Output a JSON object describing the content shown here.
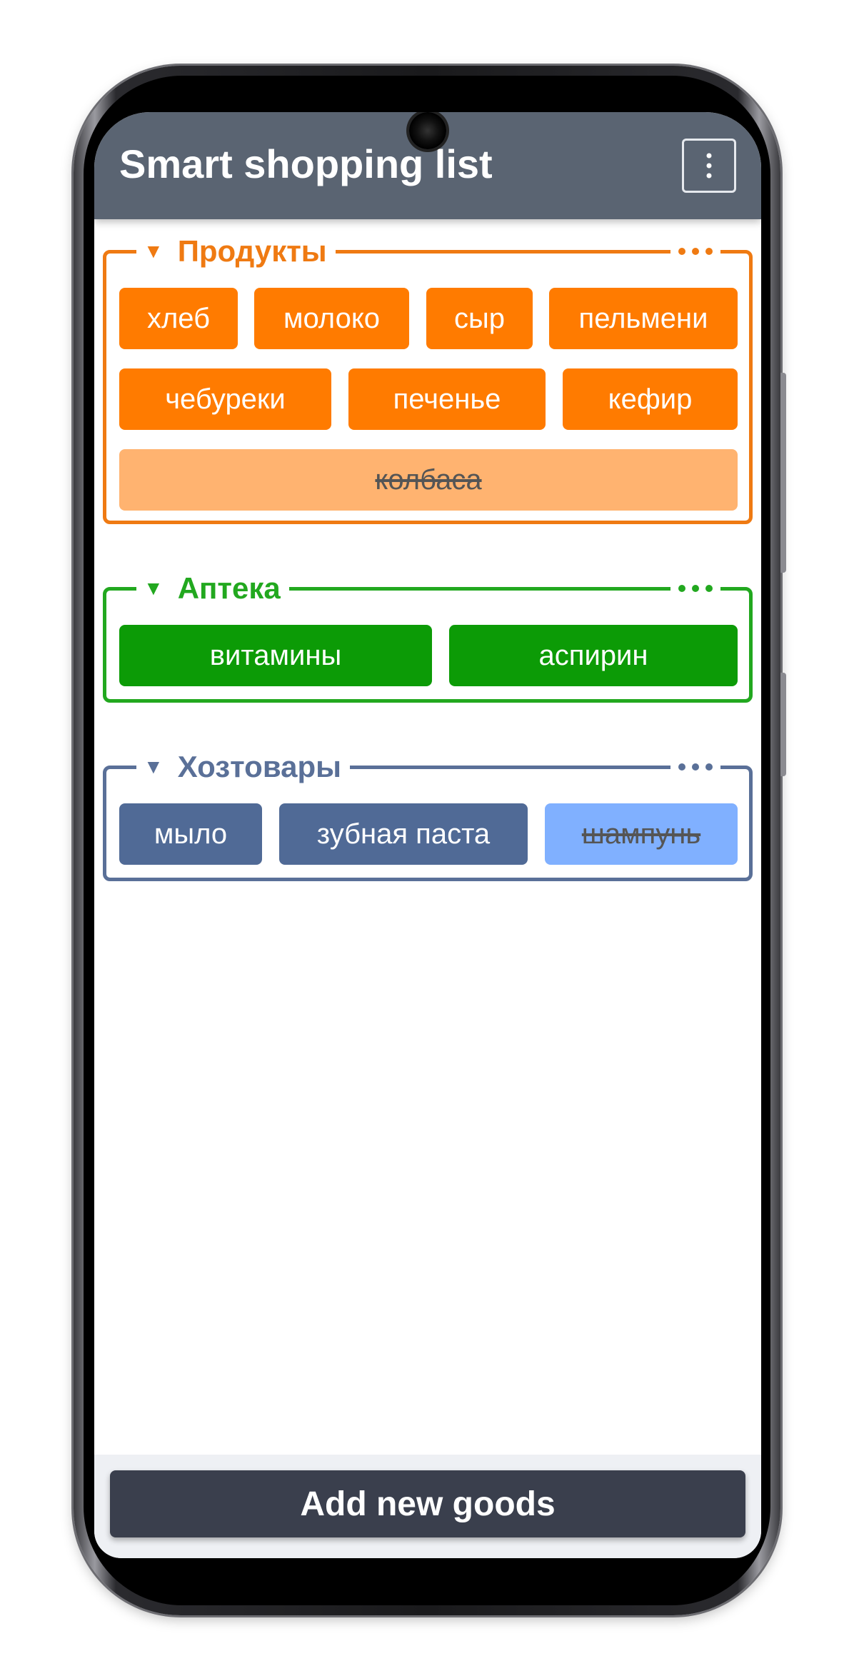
{
  "app": {
    "title": "Smart shopping list",
    "menu_icon": "more-vertical-icon"
  },
  "groups": [
    {
      "name": "Продукты",
      "color": "#ef7a12",
      "chip_color": "#ff7b00",
      "done_color": "#ffb370",
      "items": [
        {
          "label": "хлеб",
          "done": false
        },
        {
          "label": "молоко",
          "done": false
        },
        {
          "label": "сыр",
          "done": false
        },
        {
          "label": "пельмени",
          "done": false
        },
        {
          "label": "чебуреки",
          "done": false
        },
        {
          "label": "печенье",
          "done": false
        },
        {
          "label": "кефир",
          "done": false
        },
        {
          "label": "колбаса",
          "done": true
        }
      ]
    },
    {
      "name": "Аптека",
      "color": "#22a81f",
      "chip_color": "#0c9b06",
      "items": [
        {
          "label": "витамины",
          "done": false
        },
        {
          "label": "аспирин",
          "done": false
        }
      ]
    },
    {
      "name": "Хозтовары",
      "color": "#5a7098",
      "chip_color": "#506a96",
      "done_color": "#80b0ff",
      "items": [
        {
          "label": "мыло",
          "done": false
        },
        {
          "label": "зубная паста",
          "done": false
        },
        {
          "label": "шампунь",
          "done": true
        }
      ]
    }
  ],
  "footer": {
    "add_button": "Add new goods"
  }
}
